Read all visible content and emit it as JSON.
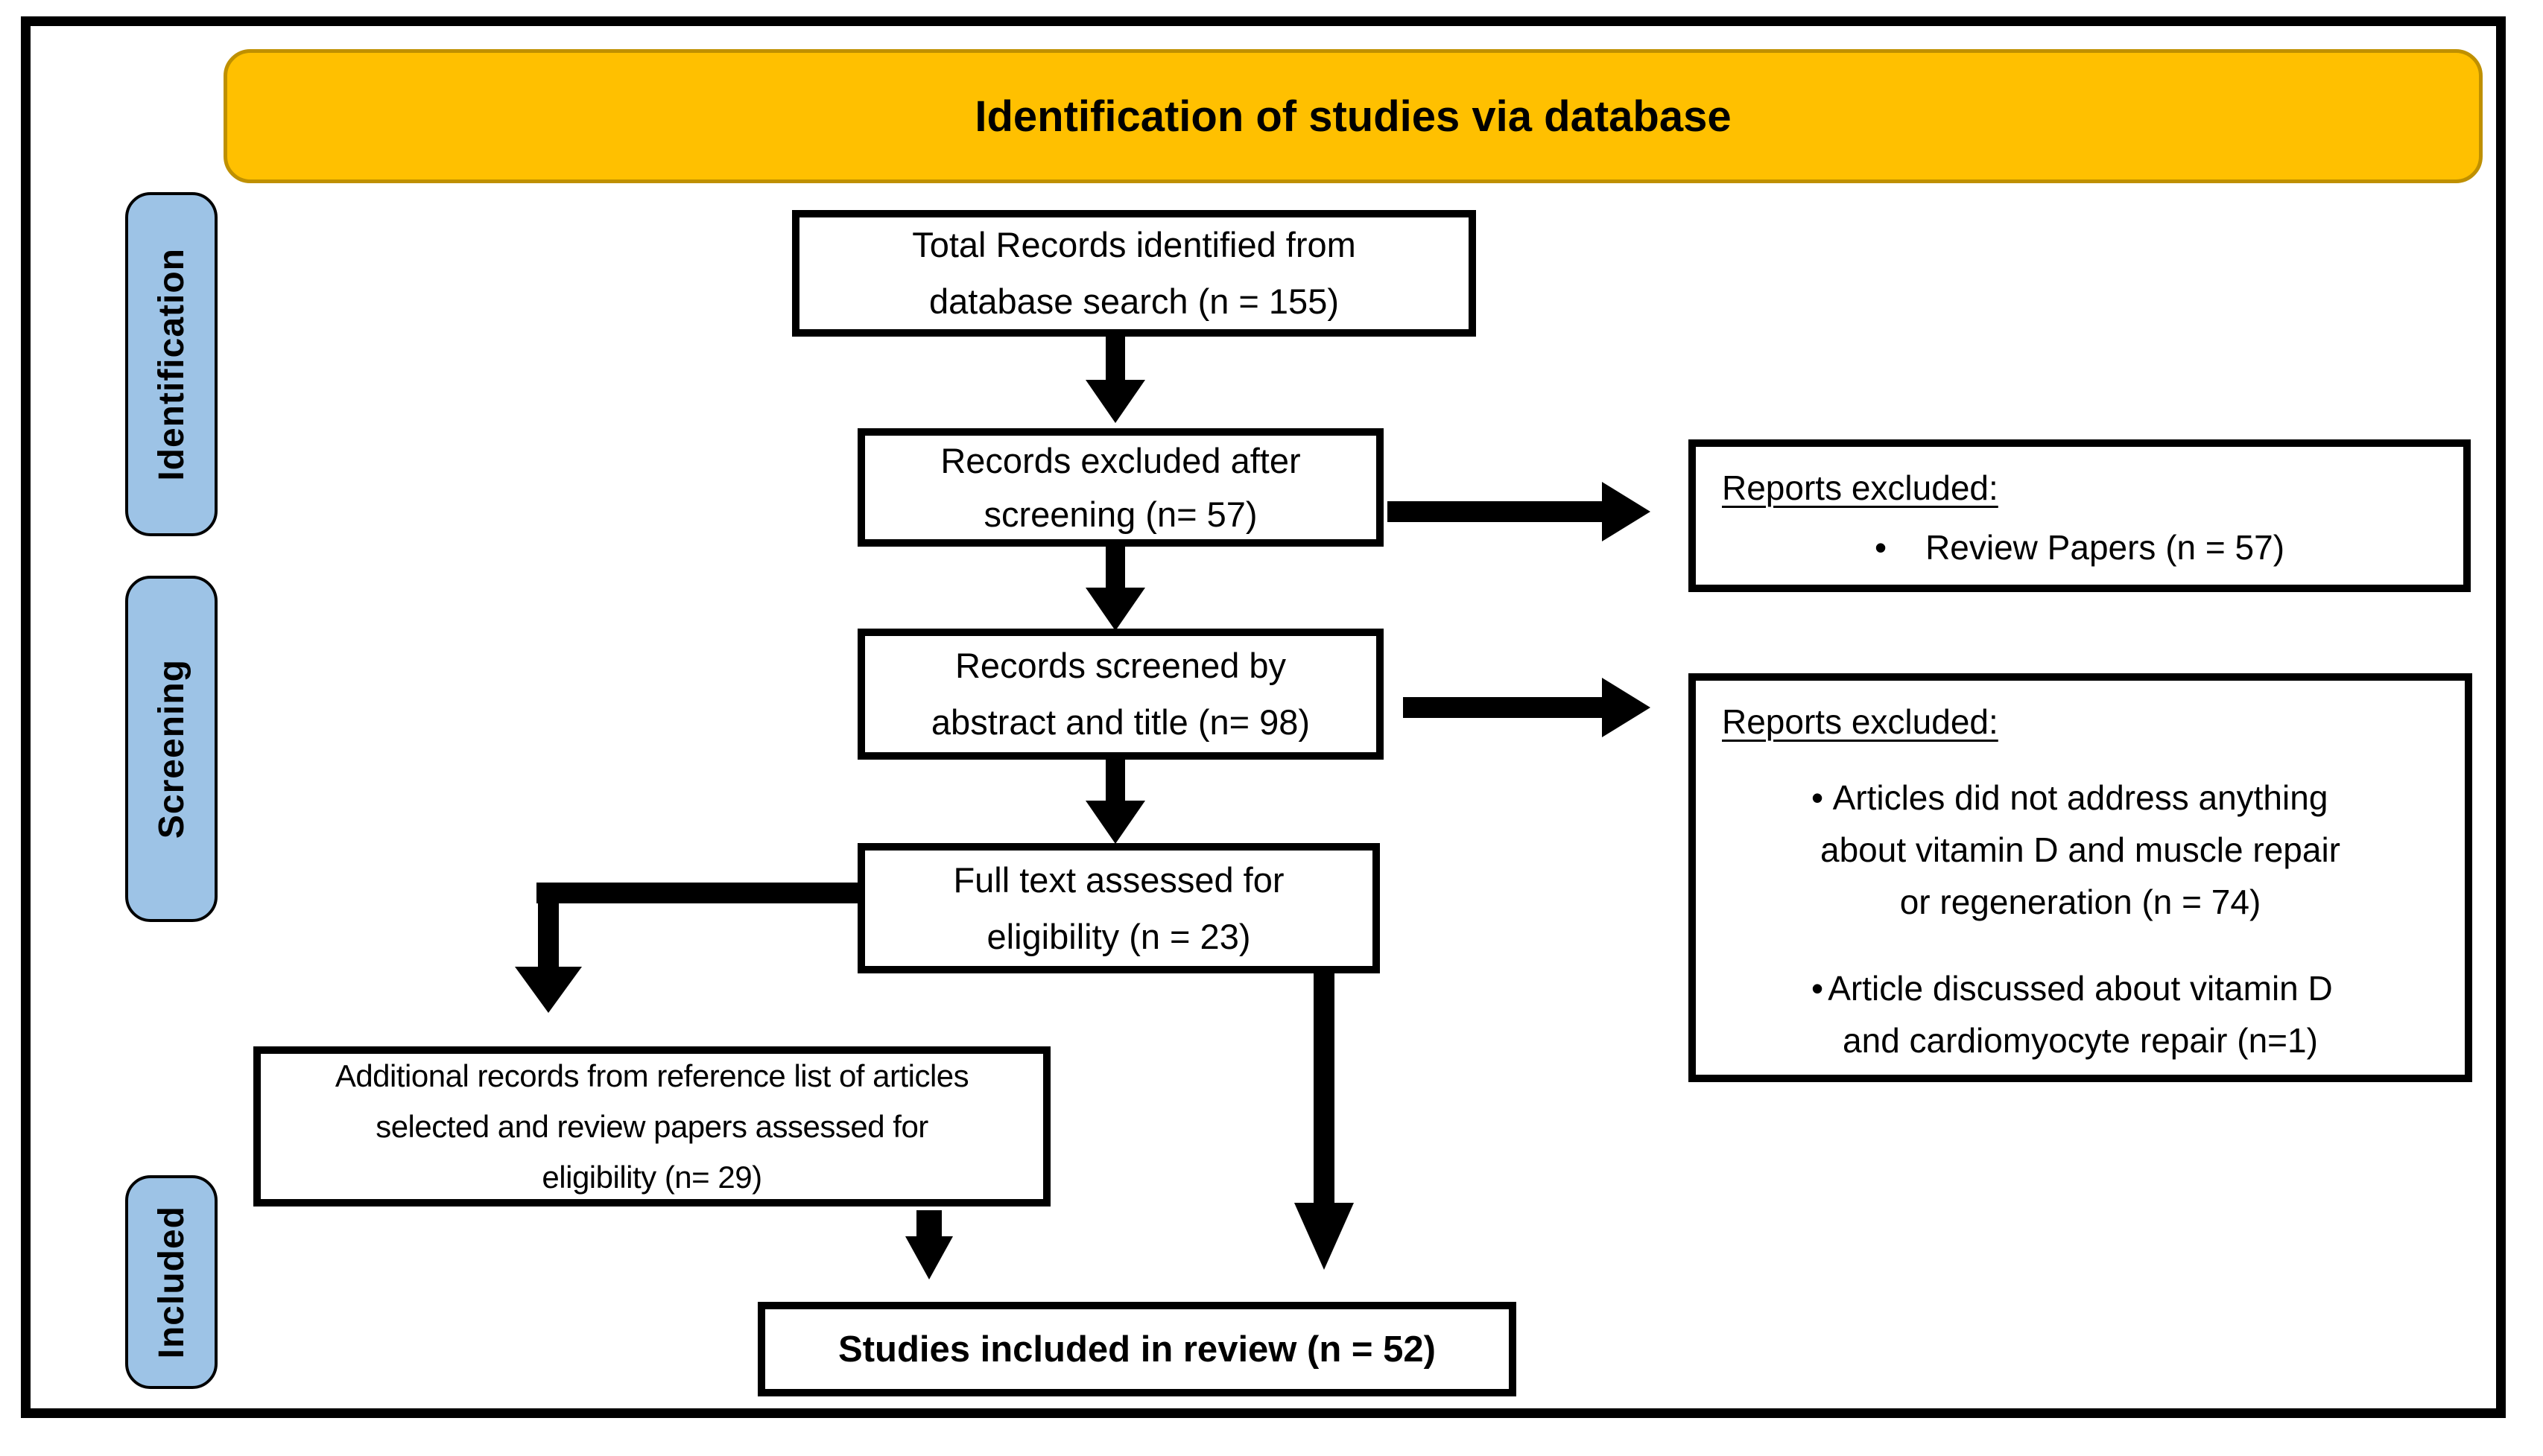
{
  "title": "Identification of studies via database",
  "stages": [
    "Identification",
    "Screening",
    "Included"
  ],
  "boxes": {
    "total": {
      "line1": "Total Records identified from",
      "line2": "database search (n = 155)"
    },
    "excluded": {
      "line1": "Records excluded after",
      "line2": "screening (n= 57)"
    },
    "screened": {
      "line1": "Records screened by",
      "line2": "abstract and title (n= 98)"
    },
    "fulltext": {
      "line1": "Full text assessed for",
      "line2": "eligibility (n = 23)"
    },
    "additional": {
      "line1": "Additional records from reference list of articles",
      "line2": "selected and review papers assessed for",
      "line3": "eligibility (n= 29)"
    },
    "included": {
      "text": "Studies included in review (n = 52)"
    }
  },
  "exclusions1": {
    "heading": "Reports excluded:",
    "bullet": "Review Papers (n = 57)"
  },
  "exclusions2": {
    "heading": "Reports excluded:",
    "bullet1": {
      "line1": "Articles did not address anything",
      "line2": "about vitamin D and muscle repair",
      "line3": "or regeneration (n = 74)"
    },
    "bullet2": {
      "line1": "Article discussed about vitamin D",
      "line2": "and cardiomyocyte repair (n=1)"
    }
  },
  "icons": {
    "bullet": "•"
  },
  "colors": {
    "banner_bg": "#FFC000",
    "banner_border": "#BF9000",
    "stage_bg": "#9DC3E6",
    "stage_border": "#000000",
    "box_border": "#000000",
    "arrow": "#000000"
  }
}
